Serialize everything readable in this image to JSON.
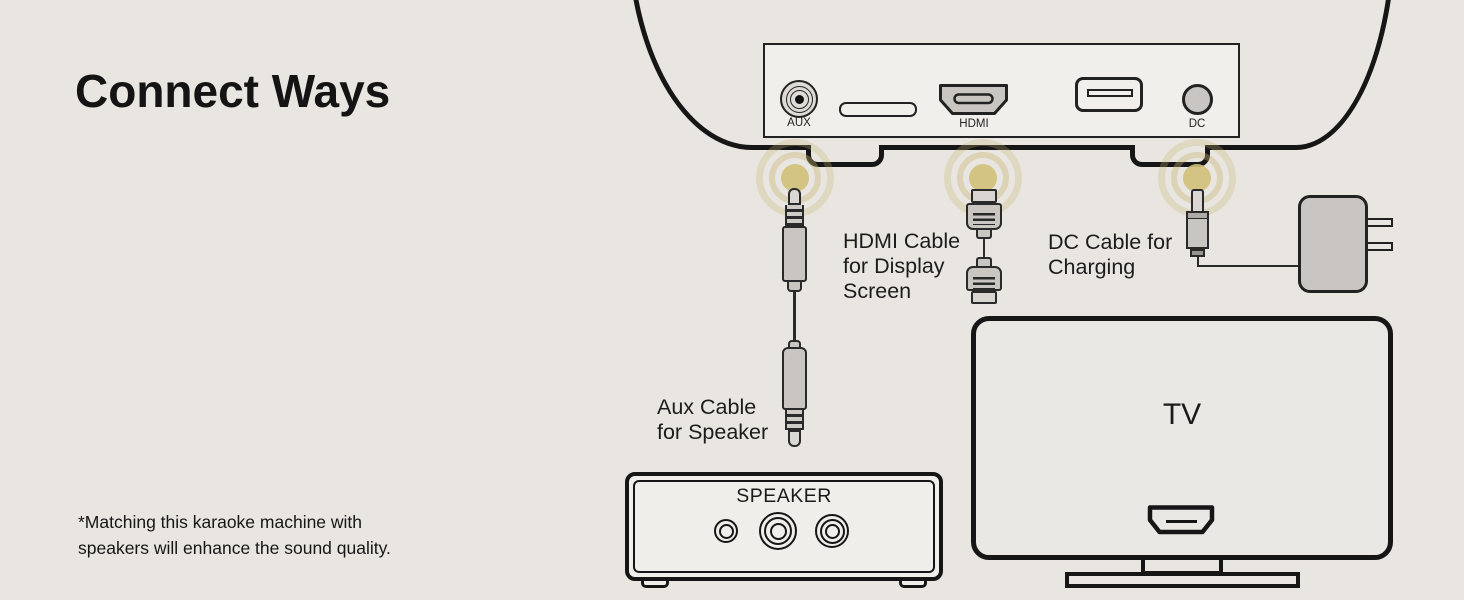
{
  "title": "Connect Ways",
  "ports": {
    "aux": "AUX",
    "hdmi": "HDMI",
    "dc": "DC"
  },
  "cables": {
    "hdmi": {
      "line1": "HDMI Cable",
      "line2": "for Display",
      "line3": "Screen"
    },
    "dc": {
      "line1": "DC Cable for",
      "line2": "Charging"
    },
    "aux": {
      "line1": "Aux Cable",
      "line2": "for Speaker"
    }
  },
  "tv": {
    "label": "TV"
  },
  "speaker": {
    "label": "SPEAKER"
  },
  "footnote": {
    "line1": "*Matching this karaoke machine with",
    "line2": "speakers will enhance the sound quality."
  },
  "icons": {
    "aux_port": "aux-jack-socket",
    "card_slot": "card-slot",
    "hdmi_port": "hdmi-socket",
    "usb_port": "usb-socket",
    "dc_port": "dc-socket",
    "glow": "connection-highlight",
    "aux_plug": "aux-3.5mm-plug",
    "hdmi_plug": "hdmi-connector",
    "dc_plug": "dc-barrel-plug",
    "power_adapter": "wall-charger",
    "tv_socket": "tv-hdmi-socket",
    "rca_jack": "rca-jack"
  },
  "colors": {
    "background": "#e9e6e1",
    "line": "#161616",
    "panel": "#f1efeb",
    "metal": "#c9c6c1",
    "glow": "#d0c07a"
  }
}
